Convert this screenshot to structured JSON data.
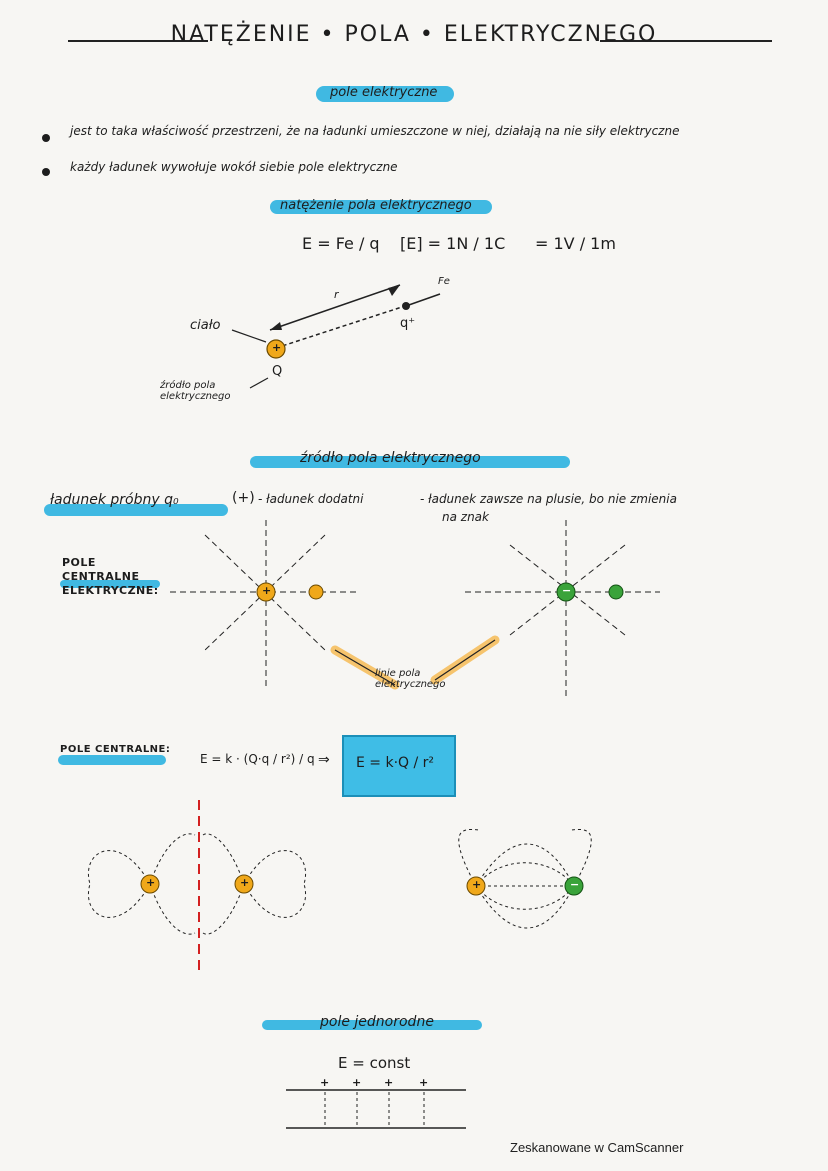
{
  "title": "NATĘŻENIE • POLA • ELEKTRYCZNEGO",
  "sections": {
    "field_heading": "pole elektryczne",
    "bullets": [
      "jest to taka właściwość przestrzeni, że na ładunki umieszczone w niej, działają na nie siły elektryczne",
      "każdy ładunek wywołuje wokół siebie pole elektryczne"
    ],
    "intensity_heading": "natężenie pola elektrycznego",
    "formula_E": "E = Fe / q",
    "unit_formula": "[E] = 1N / 1C",
    "unit_equiv": "= 1V / 1m",
    "diagram_labels": {
      "body": "ciało",
      "source": "źródło pola elektrycznego",
      "Q": "Q",
      "r": "r",
      "q": "q⁺",
      "Fe": "Fe"
    },
    "source_heading": "źródło pola elektrycznego",
    "test_charge": "ładunek próbny q₀",
    "test_charge_sign": "(+)",
    "test_charge_desc1": "- ładunek dodatni",
    "test_charge_desc2": "- ładunek zawsze na plusie, bo nie zmienia",
    "test_charge_desc3": "na znak",
    "central_field_label": "POLE CENTRALNE ELEKTRYCZNE:",
    "field_lines_label": "linie pola elektrycznego",
    "central_label2": "POLE CENTRALNE:",
    "central_formula_left": "E = k · (Q·q / r²) / q",
    "central_formula_result": "E = k·Q / r²",
    "uniform_heading": "pole jednorodne",
    "uniform_formula": "E = const",
    "plus": "+",
    "minus": "−"
  },
  "footer": "Zeskanowane w CamScanner",
  "colors": {
    "highlight": "#2bb3e0",
    "positive": "#f0a81a",
    "negative": "#3aa33a",
    "boxed": "#3fbde6",
    "line_glow": "#f6c46d",
    "red_axis": "#d32020"
  }
}
